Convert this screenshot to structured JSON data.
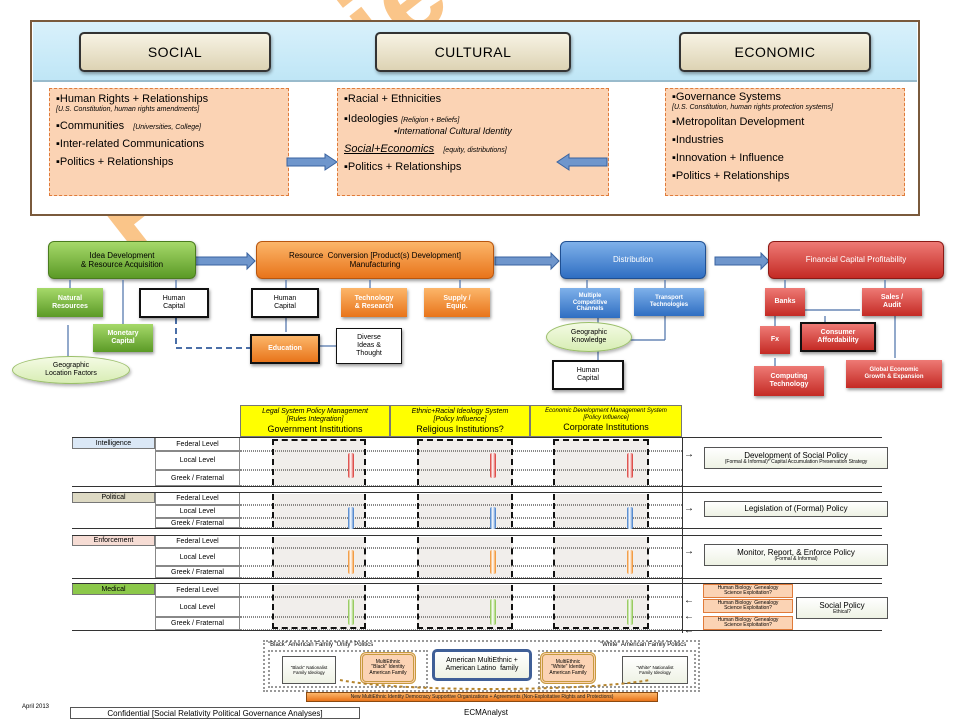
{
  "headers": {
    "social": "SOCIAL",
    "cultural": "CULTURAL",
    "economic": "ECONOMIC"
  },
  "social_panel": {
    "l1": "▪Human Rights + Relationships",
    "l1s": "[U.S. Constitution, human rights amendments]",
    "l2": "▪Communities",
    "l2s": "[Universities, College]",
    "l3": "▪Inter-related Communications",
    "l4": "▪Politics + Relationships"
  },
  "cultural_panel": {
    "l1": "▪Racial  + Ethnicities",
    "l2": "▪Ideologies",
    "l2s": "[Religion + Beliefs]",
    "l3": "▪International Cultural Identity",
    "l4": "Social+Economics",
    "l4s": "[equity, distributions]",
    "l5": "▪Politics + Relationships"
  },
  "economic_panel": {
    "l1": "▪Governance Systems",
    "l1s": "[U.S. Constitution, human rights  protection systems]",
    "l2": "▪Metropolitan Development",
    "l3": "▪Industries",
    "l4": "▪Innovation + Influence",
    "l5": "▪Politics + Relationships"
  },
  "process": {
    "idea": "Idea Development\n& Resource Acquisition",
    "conversion": "Resource  Conversion [Product(s) Development]\nManufacturing",
    "distribution": "Distribution",
    "financial": "Financial Capital Profitability"
  },
  "sub": {
    "natural": "Natural\nResources",
    "human1": "Human\nCapital",
    "monetary": "Monetary\nCapital",
    "geo_loc": "Geographic\nLocation Factors",
    "human2": "Human\nCapital",
    "tech_research": "Technology\n& Research",
    "supply": "Supply /\nEquip.",
    "education": "Education",
    "diverse": "Diverse\nIdeas &\nThought",
    "multiple": "Multiple\nCompetitive\nChannels",
    "transport": "Transport\nTechnologies",
    "geo_know": "Geographic\nKnowledge",
    "human3": "Human\nCapital",
    "banks": "Banks",
    "sales": "Sales /\nAudit",
    "fx": "Fx",
    "consumer": "Consumer\nAffordability",
    "computing": "Computing\nTechnology",
    "global": "Global Economic\nGrowth & Expansion"
  },
  "columns": [
    {
      "top": "Legal System Policy Management\n[Rules Integration]",
      "bottom": "Government Institutions"
    },
    {
      "top": "Ethnic+Racial Ideology System\n[Policy Influence]",
      "bottom": "Religious Institutions?"
    },
    {
      "top": "Economic Development Management System\n[Policy Influence]",
      "bottom": "Corporate Institutions"
    }
  ],
  "groups": [
    {
      "name": "Intelligence",
      "color": "#dbe8f6",
      "levels": [
        "Federal Level",
        "Local Level",
        "Greek / Fraternal"
      ],
      "pill": "#d9312c",
      "arrow": "→",
      "result": "Development  of Social Policy",
      "result_sub": "(Formal & Informal)* Capital Accumulation Preservation Strategy"
    },
    {
      "name": "Political",
      "color": "#ddd9c3",
      "levels": [
        "Federal Level",
        "Local Level",
        "Greek / Fraternal"
      ],
      "pill": "#3a78c8",
      "arrow": "→",
      "result": "Legislation of (Formal) Policy",
      "result_sub": ""
    },
    {
      "name": "Enforcement",
      "color": "#f6dcd4",
      "levels": [
        "Federal Level",
        "Local Level",
        "Greek / Fraternal"
      ],
      "pill": "#f08a22",
      "arrow": "→",
      "result": "Monitor, Report, & Enforce Policy",
      "result_sub": "(Formal & Informal)"
    },
    {
      "name": "Medical",
      "color": "#8cc84a",
      "levels": [
        "Federal Level",
        "Local Level",
        "Greek / Fraternal"
      ],
      "pill": "#86c243",
      "arrow": "←",
      "result": "Social Policy",
      "result_sub": "Ethical?"
    }
  ],
  "medical_boxes": [
    "Human Biology  Genealogy\nScience Exploitation?",
    "Human Biology  Genealogy\nScience Exploitation?",
    "Human Biology  Genealogy\nScience Exploitation?"
  ],
  "bottom": {
    "black_title": "\"Black\" American Family \"Unity\" Politics",
    "white_title": "\"White\" American Family Politics",
    "black_box": "\"Black\" Nationalist\nFamily Ideology",
    "black_multi": "MultiEthnic\n\"Black\" Identity\nAmerican Family",
    "center": "American MultiEthnic +\nAmerican Latino  family",
    "white_multi": "MultiEthnic\n\"White\" Identity\nAmerican Family",
    "white_box": "\"White\" Nationalist\nFamily Ideology",
    "banner": "New MultiEthnic Identity Democracy Supportive Organizations + Agreements (Non-Exploitative Rights and Protections)"
  },
  "footer": {
    "date": "April  2013",
    "confidential": "Confidential [Social Relativity  Political Governance Analyses]",
    "brand": "ECMAnalyst"
  },
  "watermark": "Proprietary Analy"
}
